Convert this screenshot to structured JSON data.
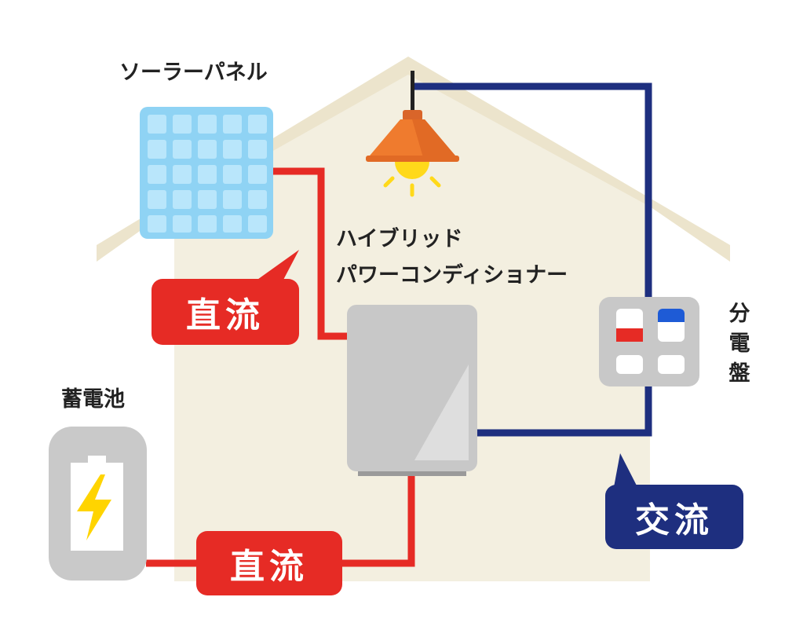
{
  "labels": {
    "solar_panel": "ソーラーパネル",
    "pcs_line1": "ハイブリッド",
    "pcs_line2": "パワーコンディショナー",
    "battery": "蓄電池",
    "distribution_board": "分電盤"
  },
  "badges": {
    "dc_top": "直流",
    "dc_bottom": "直流",
    "ac": "交流"
  },
  "colors": {
    "house": "#f3efe0",
    "roof": "#ece5cf",
    "dc_wire": "#e62b25",
    "ac_wire": "#1e2f7f",
    "solar_panel": "#8fd3f4",
    "lamp": "#ef7b2e",
    "bulb": "#ffd91a",
    "pcs": "#c8c8c8",
    "battery_case": "#c9c9c9",
    "bolt": "#ffd400"
  },
  "icons": [
    "house-shape",
    "solar-panel-icon",
    "lamp-icon",
    "bulb-icon",
    "power-conditioner-icon",
    "battery-icon",
    "lightning-bolt-icon",
    "distribution-board-icon"
  ]
}
